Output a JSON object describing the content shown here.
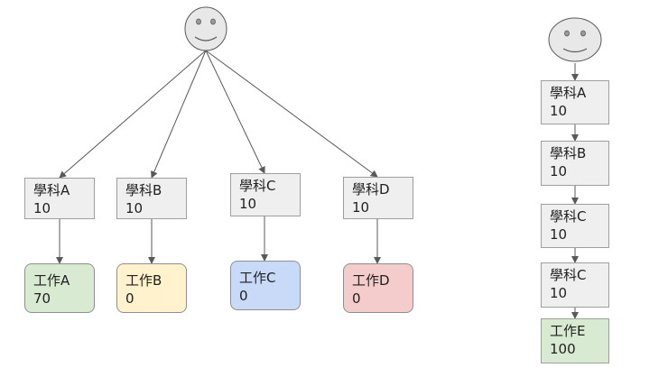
{
  "left_tree": {
    "subjects": [
      {
        "label": "學科A",
        "value": "10"
      },
      {
        "label": "學科B",
        "value": "10"
      },
      {
        "label": "學科C",
        "value": "10"
      },
      {
        "label": "學科D",
        "value": "10"
      }
    ],
    "jobs": [
      {
        "label": "工作A",
        "value": "70",
        "color": "#d9ead3"
      },
      {
        "label": "工作B",
        "value": "0",
        "color": "#fff2cc"
      },
      {
        "label": "工作C",
        "value": "0",
        "color": "#c9daf8"
      },
      {
        "label": "工作D",
        "value": "0",
        "color": "#f4cccc"
      }
    ]
  },
  "right_chain": {
    "subjects": [
      {
        "label": "學科A",
        "value": "10"
      },
      {
        "label": "學科B",
        "value": "10"
      },
      {
        "label": "學科C",
        "value": "10"
      },
      {
        "label": "學科C",
        "value": "10"
      }
    ],
    "job": {
      "label": "工作E",
      "value": "100",
      "color": "#d9ead3"
    }
  },
  "colors": {
    "subject_fill": "#efefef",
    "subject_border": "#9e9e9e",
    "face_fill": "#e8e8e8",
    "connector": "#595959"
  },
  "icons": [
    "smiley-face-icon"
  ]
}
